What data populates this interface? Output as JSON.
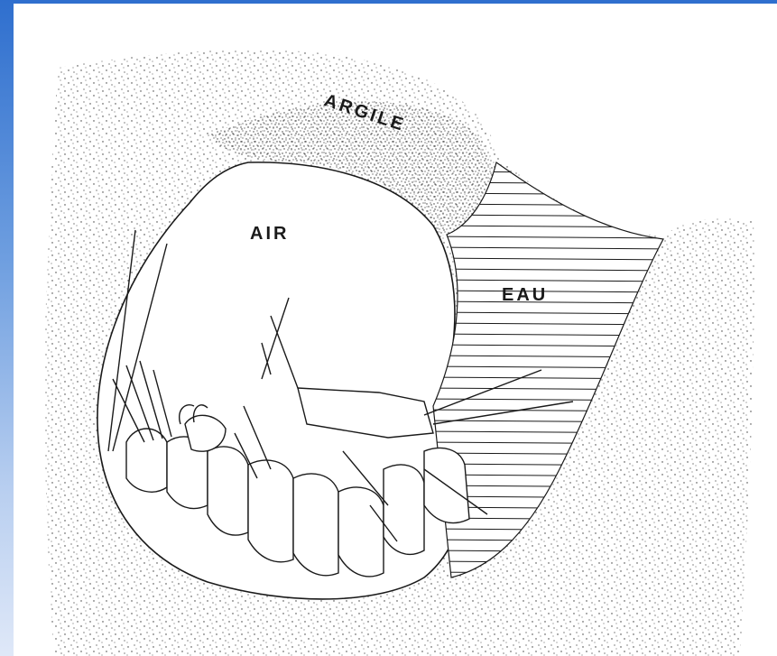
{
  "labels": {
    "argile": "ARGILE",
    "air": "AIR",
    "eau": "EAU"
  },
  "colors": {
    "frame": "#2f6fce",
    "ink": "#1a1a1a",
    "paper": "#ffffff"
  }
}
